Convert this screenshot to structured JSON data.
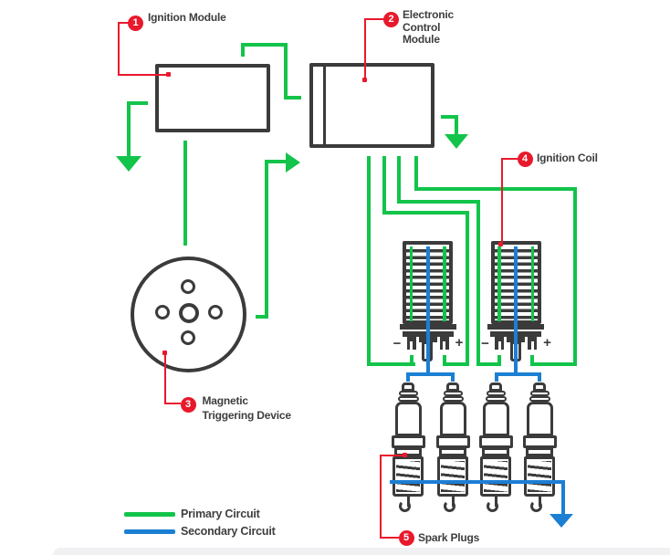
{
  "callouts": [
    {
      "num": "1",
      "lines": [
        "Ignition Module"
      ]
    },
    {
      "num": "2",
      "lines": [
        "Electronic",
        "Control",
        "Module"
      ]
    },
    {
      "num": "3",
      "lines": [
        "Magnetic",
        "Triggering Device"
      ]
    },
    {
      "num": "4",
      "lines": [
        "Ignition Coil"
      ]
    },
    {
      "num": "5",
      "lines": [
        "Spark Plugs"
      ]
    }
  ],
  "legend": {
    "items": [
      {
        "label": "Primary Circuit",
        "color": "#12c44a"
      },
      {
        "label": "Secondary Circuit",
        "color": "#1b7fd4"
      }
    ]
  },
  "coils": {
    "minus_label": "−",
    "plus_label": "+"
  },
  "colors": {
    "primary_circuit": "#12c44a",
    "secondary_circuit": "#1b7fd4",
    "callout_accent": "#e8192c",
    "component_outline": "#3b3b3b",
    "background": "#ffffff"
  }
}
